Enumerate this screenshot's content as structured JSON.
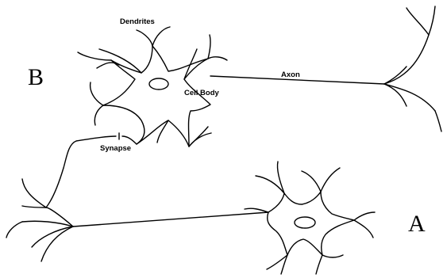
{
  "labels": {
    "dendrites": "Dendrites",
    "axon": "Axon",
    "cell_body": "Cell Body",
    "synapse": "Synapse",
    "neuron_b": "B",
    "neuron_a": "A"
  }
}
